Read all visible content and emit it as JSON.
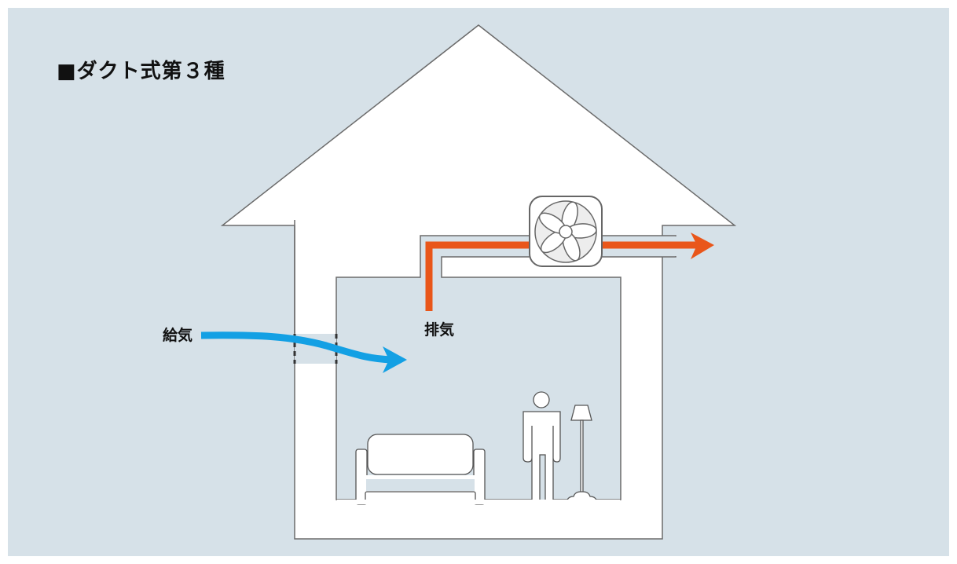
{
  "title": "■ダクト式第３種",
  "labels": {
    "supply": "給気",
    "exhaust": "排気"
  },
  "colors": {
    "background": "#d6e1e8",
    "supply_arrow": "#13a0e4",
    "exhaust_arrow": "#e9561a",
    "outline": "#6b6b6b"
  },
  "icons": [
    "house-outline",
    "exhaust-fan-icon",
    "sofa-icon",
    "person-icon",
    "floor-lamp-icon"
  ]
}
